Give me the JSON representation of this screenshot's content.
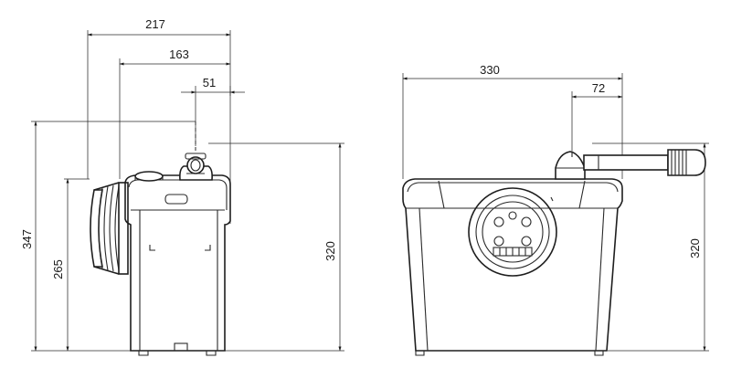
{
  "side_view": {
    "dim_217": "217",
    "dim_163": "163",
    "dim_51": "51",
    "dim_347": "347",
    "dim_265": "265",
    "dim_320": "320"
  },
  "front_view": {
    "dim_330": "330",
    "dim_72": "72",
    "dim_320": "320"
  }
}
